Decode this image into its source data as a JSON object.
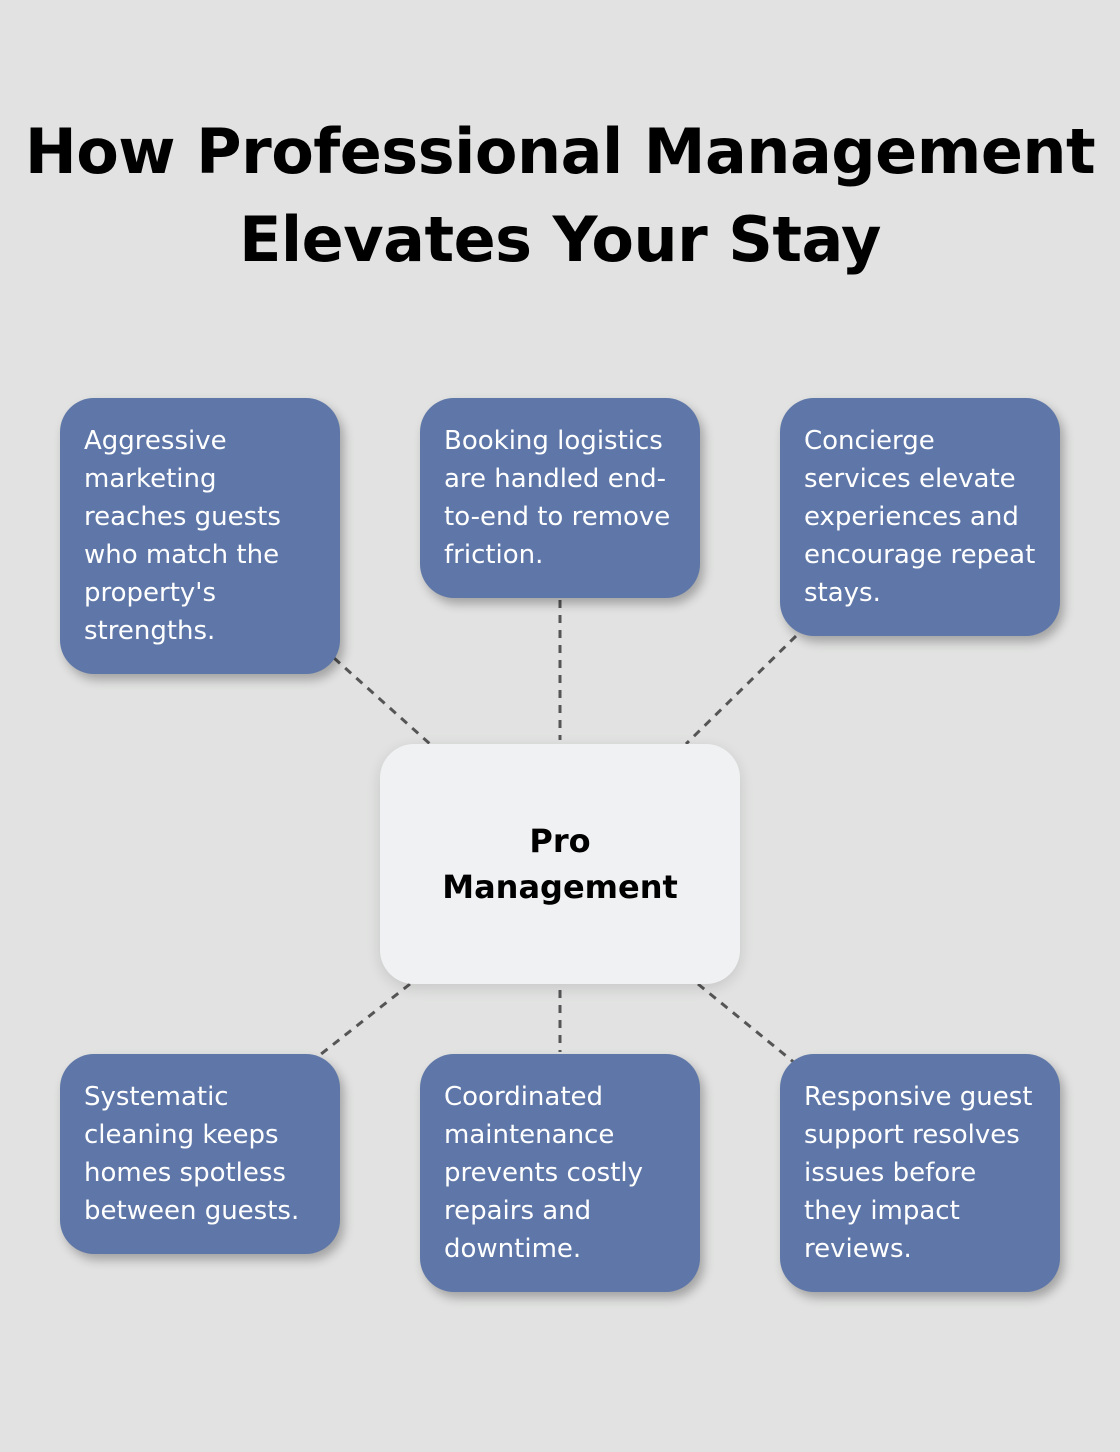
{
  "title": {
    "line1": "How Professional Management",
    "line2": "Elevates Your Stay"
  },
  "colors": {
    "background": "#e1e2e1",
    "card": "#5f77a8",
    "center": "#f0f1f2",
    "connector": "#555555"
  },
  "center": {
    "label": "Pro Management"
  },
  "nodes": [
    {
      "text": "Aggressive marketing reaches guests who match the property's strengths."
    },
    {
      "text": "Booking logistics are handled end-to-end to remove friction."
    },
    {
      "text": "Concierge services elevate experiences and encourage repeat stays."
    },
    {
      "text": "Systematic cleaning keeps homes spotless between guests."
    },
    {
      "text": "Coordinated maintenance prevents costly repairs and downtime."
    },
    {
      "text": "Responsive guest support resolves issues before they impact reviews."
    }
  ]
}
